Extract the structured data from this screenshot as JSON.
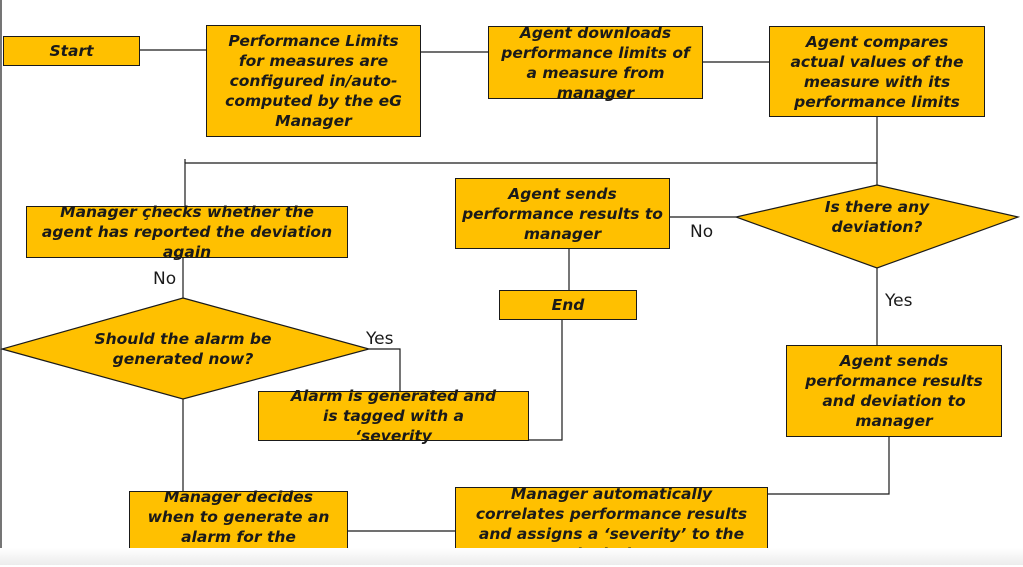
{
  "nodes": {
    "start": "Start",
    "limits_configured": "Performance Limits for measures are configured in/auto-computed by the eG Manager",
    "agent_downloads": "Agent downloads performance limits of a measure from manager",
    "agent_compares": "Agent compares actual values of the measure with its performance limits",
    "deviation_decision": "Is there any deviation?",
    "agent_sends_results": "Agent sends performance results to manager",
    "end": "End",
    "agent_sends_deviation": "Agent sends performance results and deviation to manager",
    "manager_correlates": "Manager automatically correlates performance results and assigns a ‘severity’ to the deviation",
    "manager_decides": "Manager decides when to generate an alarm for the deviation",
    "alarm_decision": "Should the alarm be generated now?",
    "alarm_generated": "Alarm is generated and is tagged with a ‘severity",
    "manager_checks": "Manager çhecks whether the agent has reported the deviation again"
  },
  "edge_labels": {
    "no_deviation": "No",
    "yes_deviation": "Yes",
    "yes_alarm": "Yes",
    "no_alarm": "No"
  },
  "colors": {
    "box_fill": "#FFC000",
    "stroke": "#1a1a1a"
  }
}
